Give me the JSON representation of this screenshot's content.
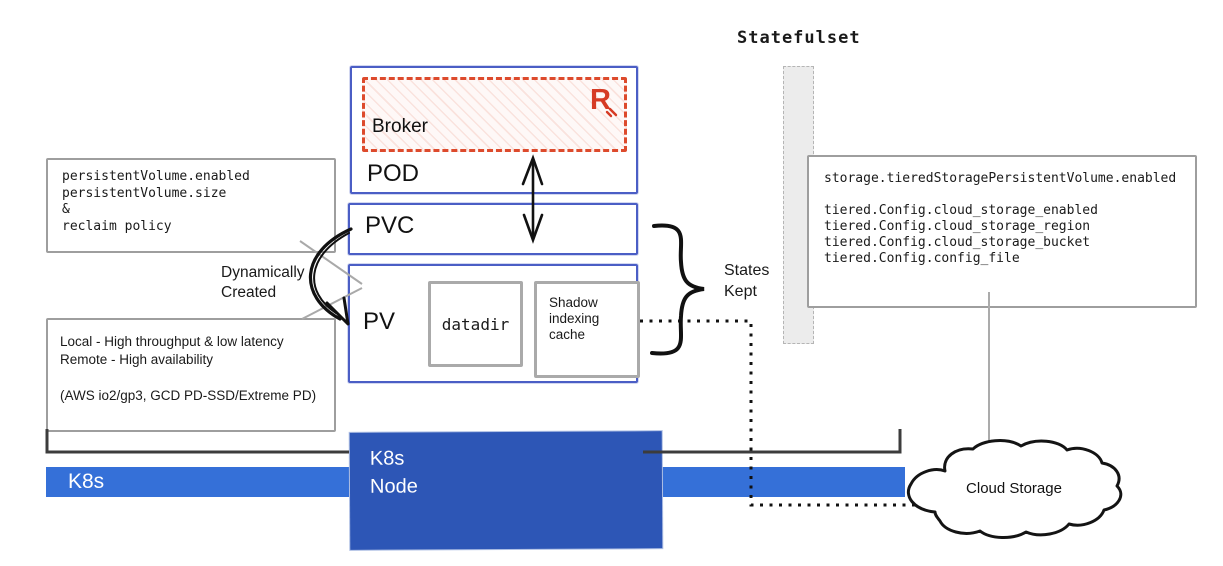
{
  "statefulset": {
    "title": "Statefulset"
  },
  "pod": {
    "label": "POD"
  },
  "broker": {
    "label": "Broker",
    "logo_letter": "R"
  },
  "pvc": {
    "label": "PVC"
  },
  "pv": {
    "label": "PV"
  },
  "datadir": {
    "label": "datadir"
  },
  "shadow_cache": {
    "lines": [
      "Shadow",
      "indexing",
      "cache"
    ]
  },
  "notes": {
    "volume_config": {
      "lines": [
        "persistentVolume.enabled",
        "persistentVolume.size",
        "&",
        "reclaim policy"
      ]
    },
    "storage_tradeoffs": {
      "lines": [
        "Local - High throughput & low latency",
        "Remote - High availability",
        "",
        "(AWS io2/gp3, GCD PD-SSD/Extreme PD)"
      ]
    },
    "tiered_config": {
      "lines": [
        "storage.tieredStoragePersistentVolume.enabled",
        "",
        "tiered.Config.cloud_storage_enabled",
        "tiered.Config.cloud_storage_region",
        "tiered.Config.cloud_storage_bucket",
        "tiered.Config.config_file"
      ]
    }
  },
  "annotations": {
    "dynamically_created": {
      "lines": [
        "Dynamically",
        "Created"
      ]
    },
    "states_kept": {
      "lines": [
        "States",
        "Kept"
      ]
    }
  },
  "k8s": {
    "bar_label": "K8s",
    "node": {
      "lines": [
        "K8s",
        "Node"
      ]
    }
  },
  "cloud_storage": {
    "label": "Cloud Storage"
  },
  "colors": {
    "broker_dashed_red": "#dd4a2c",
    "redpanda_logo_red": "#d63b25",
    "kube_box_border_blue": "#4b5ec5",
    "k8s_bar_blue": "#3570d8",
    "k8s_node_blue": "#2d56b6",
    "statefulset_bar_gray": "#ececec",
    "note_border_gray": "#9e9e9e",
    "connector_black": "#141414"
  }
}
